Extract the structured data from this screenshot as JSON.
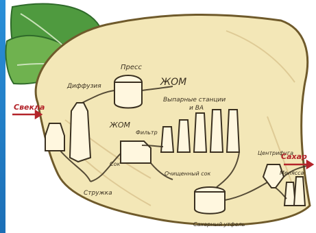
{
  "diagram": {
    "labels": {
      "press": "Пресс",
      "pulp1": "ЖОМ",
      "pulp2": "ЖОМ",
      "diffuser": "Диффузия",
      "evaporators": "Выпарные станции",
      "evaporators2": "и ВА",
      "juice": "Сок",
      "filter": "Фильтр",
      "clarified_juice": "Очищенный сок",
      "chips": "Стружка",
      "crystallizer": "Сахарный утфель",
      "centrifuge": "Центрифуга",
      "molasses": "Мелясса"
    },
    "inputs": {
      "beet": "Свекла"
    },
    "outputs": {
      "sugar": "Сахар"
    },
    "colors": {
      "root": "#f3e7b7",
      "leaf": "#4f9a3f",
      "red": "#b3242a",
      "ink": "#3a3020"
    }
  }
}
